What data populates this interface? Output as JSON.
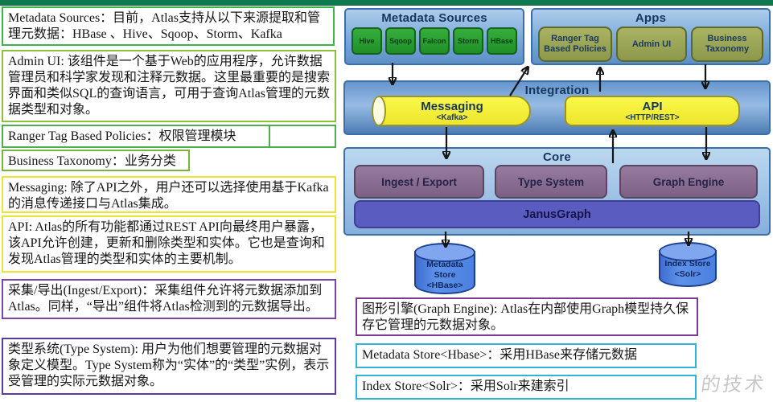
{
  "left_notes": [
    {
      "id": "metadata-sources",
      "border": "#3cb54a",
      "text": "Metadata Sources：目前，Atlas支持从以下来源提取和管理元数据：HBase 、Hive、Sqoop、Storm、Kafka"
    },
    {
      "id": "admin-ui",
      "border": "#8fbf3f",
      "text": "Admin UI: 该组件是一个基于Web的应用程序，允许数据管理员和科学家发现和注释元数据。这里最重要的是搜索界面和类似SQL的查询语言，可用于查询Atlas管理的元数据类型和对象。"
    },
    {
      "id": "ranger-tag-based-policies",
      "border": "#4cae4c",
      "text": "Ranger Tag Based Policies：权限管理模块"
    },
    {
      "id": "business-taxonomy",
      "border": "#79b53e",
      "text": "Business Taxonomy：业务分类"
    },
    {
      "id": "messaging",
      "border": "#ece432",
      "text": "Messaging: 除了API之外，用户还可以选择使用基于Kafka的消息传递接口与Atlas集成。"
    },
    {
      "id": "api",
      "border": "#ece432",
      "text": "API: Atlas的所有功能都通过REST API向最终用户暴露，该API允许创建，更新和删除类型和实体。它也是查询和发现Atlas管理的类型和实体的主要机制。"
    },
    {
      "id": "ingest-export",
      "border": "#7a44a8",
      "text": "采集/导出(Ingest/Export)：采集组件允许将元数据添加到Atlas。同样，“导出”组件将Atlas检测到的元数据导出。"
    },
    {
      "id": "type-system",
      "border": "#5b3a9e",
      "text": "类型系统(Type System): 用户为他们想要管理的元数据对象定义模型。Type System称为“实体”的“类型”实例，表示受管理的实际元数据对象。"
    }
  ],
  "bottom_notes": [
    {
      "id": "graph-engine",
      "border": "#7a3a8e",
      "text": "图形引擎(Graph Engine): Atlas在内部使用Graph模型持久保存它管理的元数据对象。"
    },
    {
      "id": "metadata-store",
      "border": "#2fb3d6",
      "text": "Metadata Store<Hbase>：采用HBase来存储元数据"
    },
    {
      "id": "index-store",
      "border": "#2fb3d6",
      "text": "Index Store<Solr>：采用Solr来建索引"
    }
  ],
  "diagram": {
    "metadata_sources": {
      "title": "Metadata Sources",
      "items": [
        "Hive",
        "Sqoop",
        "Falcon",
        "Storm",
        "HBase"
      ]
    },
    "apps": {
      "title": "Apps",
      "items": [
        "Ranger Tag Based Policies",
        "Admin UI",
        "Business Taxonomy"
      ]
    },
    "integration": {
      "title": "Integration",
      "messaging_label": "Messaging",
      "messaging_sub": "<Kafka>",
      "api_label": "API",
      "api_sub": "<HTTP/REST>"
    },
    "core": {
      "title": "Core",
      "items": [
        "Ingest / Export",
        "Type System",
        "Graph Engine"
      ],
      "bar_label": "JanusGraph"
    },
    "stores": {
      "metadata": "Metadata\nStore\n<HBase>",
      "index": "Index Store\n<Solr>"
    }
  },
  "watermark": "的技术",
  "colors": {
    "top_bar": "#0f7a50",
    "panel_blue_border": "#3c6ea8",
    "source_chip_green": "#2aa02f",
    "app_chip_olive": "#9ea85a",
    "integration_yellow": "#f2ef3d",
    "core_chip_purple": "#8d7193",
    "janusgraph_blue": "#5b5cc0",
    "store_cylinder_blue": "#4d82e0"
  }
}
